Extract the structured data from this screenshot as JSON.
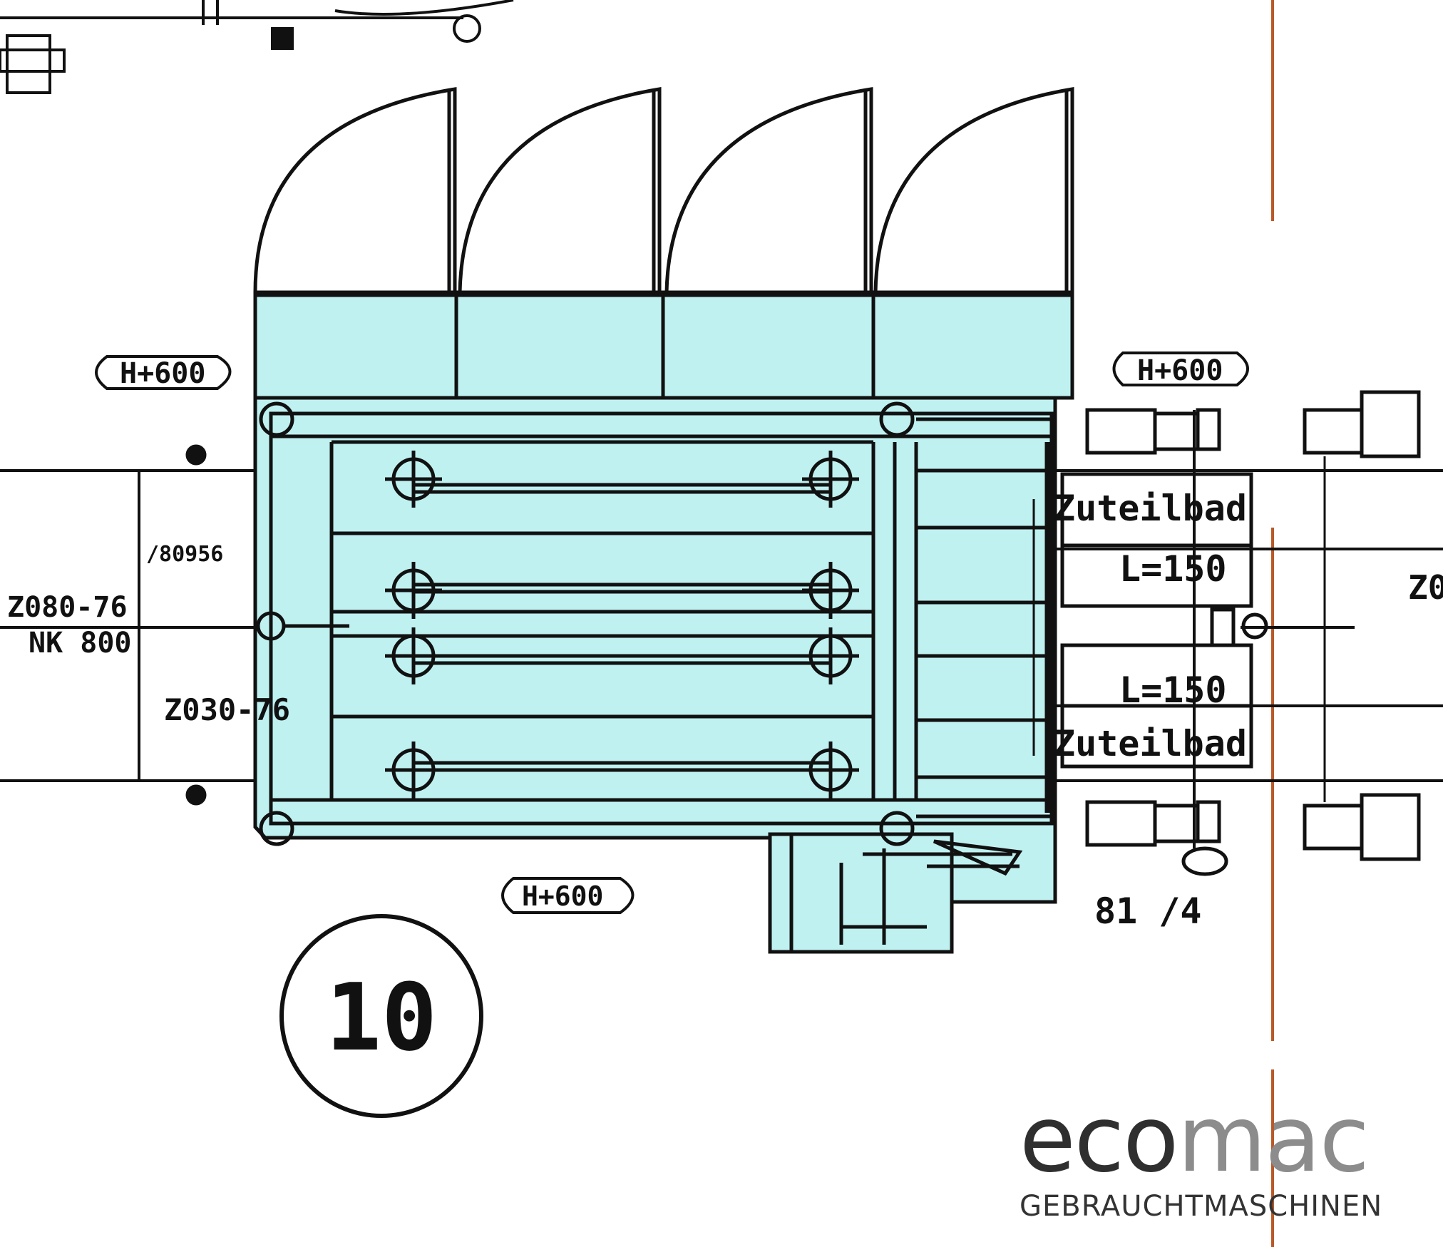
{
  "colors": {
    "fill": "#bff1f1",
    "line": "#111111",
    "redline": "#b85a2a"
  },
  "labels": {
    "elev_left": "H+600",
    "elev_right": "H+600",
    "elev_bottom": "H+600",
    "code_a": "Z080-76",
    "code_b": "NK 800",
    "code_c": "Z030-76",
    "code_d": "/80956",
    "zuteil_top": "Zuteilbad",
    "zuteil_bottom": "Zuteilbad",
    "len_top": "L=150",
    "len_bottom": "L=150",
    "code_81": "81 /4",
    "edge_right": "Z0",
    "station": "10"
  },
  "logo": {
    "part1": "eco",
    "part2": "mac",
    "tagline": "GEBRAUCHTMASCHINEN"
  }
}
